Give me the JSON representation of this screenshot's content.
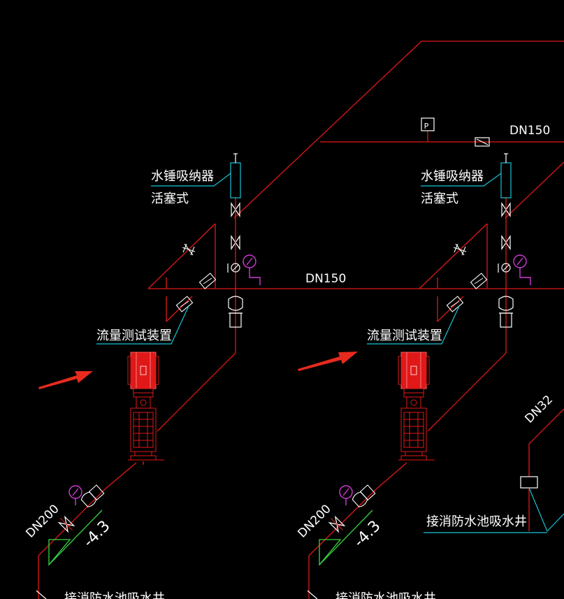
{
  "labels": {
    "water_hammer_l1": "水锤吸纳器",
    "water_hammer_l2": "活塞式",
    "flow_test": "流量测试装置",
    "connect_pool_well": "接消防水池吸水井",
    "dn150": "DN150",
    "dn200": "DN200",
    "dn32": "DN32",
    "elevation": "-4.3",
    "pressure_p": "P"
  },
  "colors": {
    "background": "#000000",
    "pipe": "#e01818",
    "leader": "#19c3d6",
    "gauge": "#d03ad6",
    "level": "#35d640",
    "arrow": "#e82a1e",
    "text": "#ffffff"
  }
}
